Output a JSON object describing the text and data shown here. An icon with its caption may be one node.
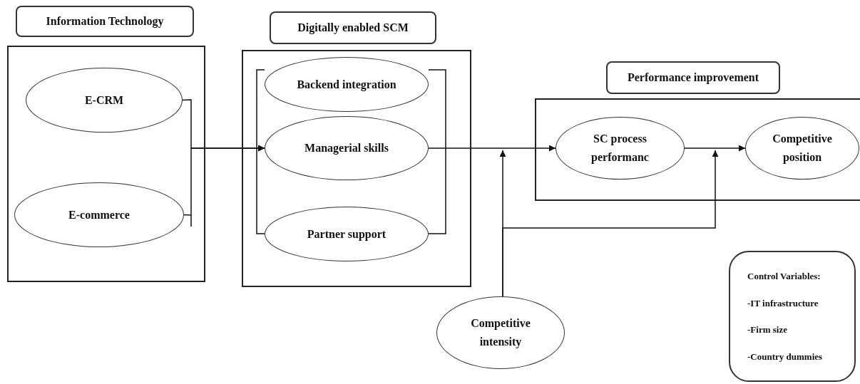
{
  "diagram": {
    "nodes": [
      {
        "text": [
          "Information Technology"
        ]
      },
      {
        "text": [],
        "shape": "box"
      },
      {
        "text": [
          "E-CRM"
        ],
        "in": 1
      },
      {
        "text": [
          "E-commerce"
        ],
        "in": 1
      },
      {
        "text": [
          "Digitally enabled SCM"
        ]
      },
      {
        "text": [],
        "shape": "box"
      },
      {
        "text": [
          "Backend integration"
        ],
        "in": 5
      },
      {
        "text": [
          "Managerial skills"
        ],
        "in": 5
      },
      {
        "text": [
          "Partner support"
        ],
        "in": 5
      },
      {
        "text": [
          "Performance improvement"
        ]
      },
      {
        "text": [],
        "shape": "box"
      },
      {
        "text": [
          "SC process performanc"
        ],
        "in": 10
      },
      {
        "text": [
          "Competitive position"
        ],
        "in": 10
      },
      {
        "text": [
          "Competitive intensity"
        ]
      },
      {
        "text": [
          "Control Variables:",
          "-IT infrastructure",
          "-Firm size",
          "-Country dummies"
        ]
      }
    ],
    "edges": [
      {
        "from": 2,
        "to": 7,
        "arrow": "to"
      },
      {
        "from": 3,
        "to": 7,
        "arrow": "to"
      },
      {
        "from": 7,
        "to": 11,
        "arrow": "to"
      },
      {
        "from": 11,
        "to": 12,
        "arrow": "to"
      },
      {
        "from": 13,
        "to": null,
        "arrow": "to"
      },
      {
        "from": 13,
        "to": null,
        "arrow": "to"
      }
    ]
  }
}
